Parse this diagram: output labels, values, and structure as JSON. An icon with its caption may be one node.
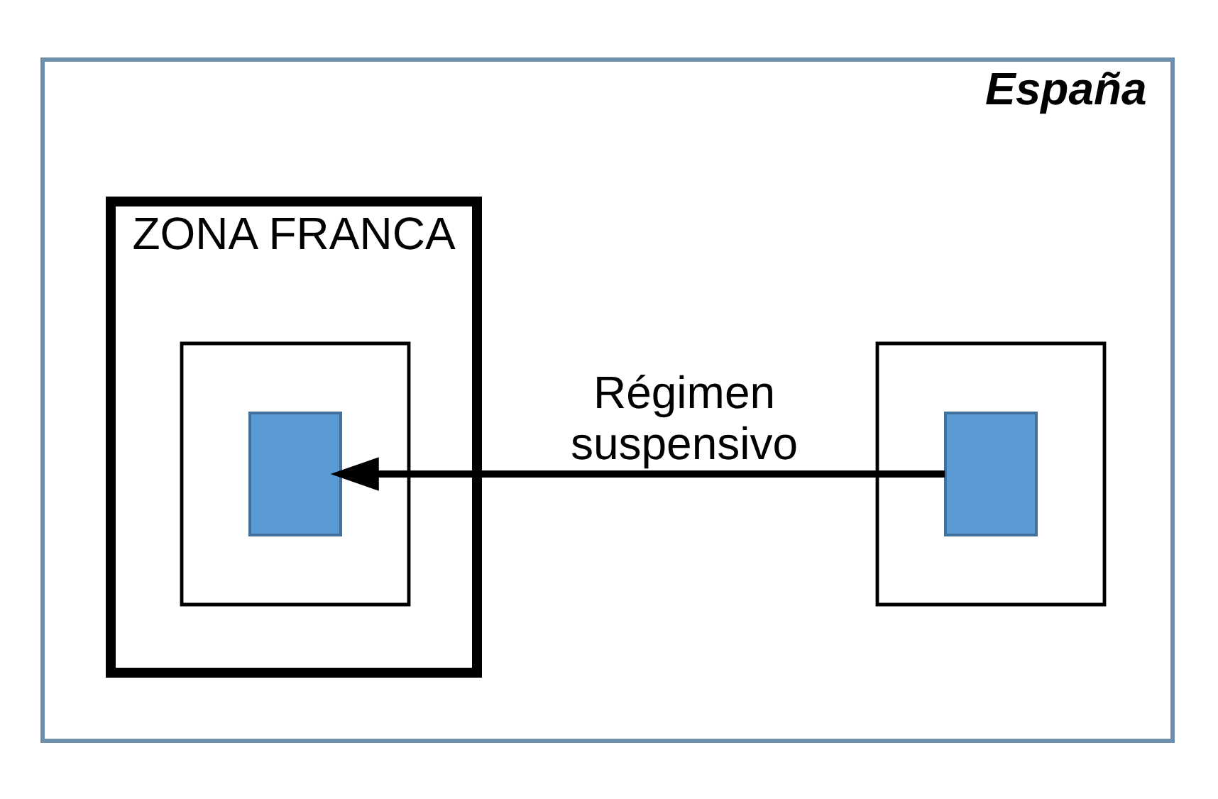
{
  "diagram": {
    "nodes": [
      {
        "text": [
          "España"
        ]
      },
      {
        "text": [
          "ZONA FRANCA"
        ],
        "in": 0
      },
      {
        "text": [],
        "shape": "box",
        "in": 1
      },
      {
        "text": [],
        "shape": "box",
        "in": 2
      },
      {
        "text": [],
        "shape": "box",
        "in": 0
      },
      {
        "text": [],
        "shape": "box",
        "in": 4
      }
    ],
    "edges": [
      {
        "from": 5,
        "to": 3,
        "arrow": "to",
        "label": "Régimen suspensivo"
      }
    ]
  }
}
